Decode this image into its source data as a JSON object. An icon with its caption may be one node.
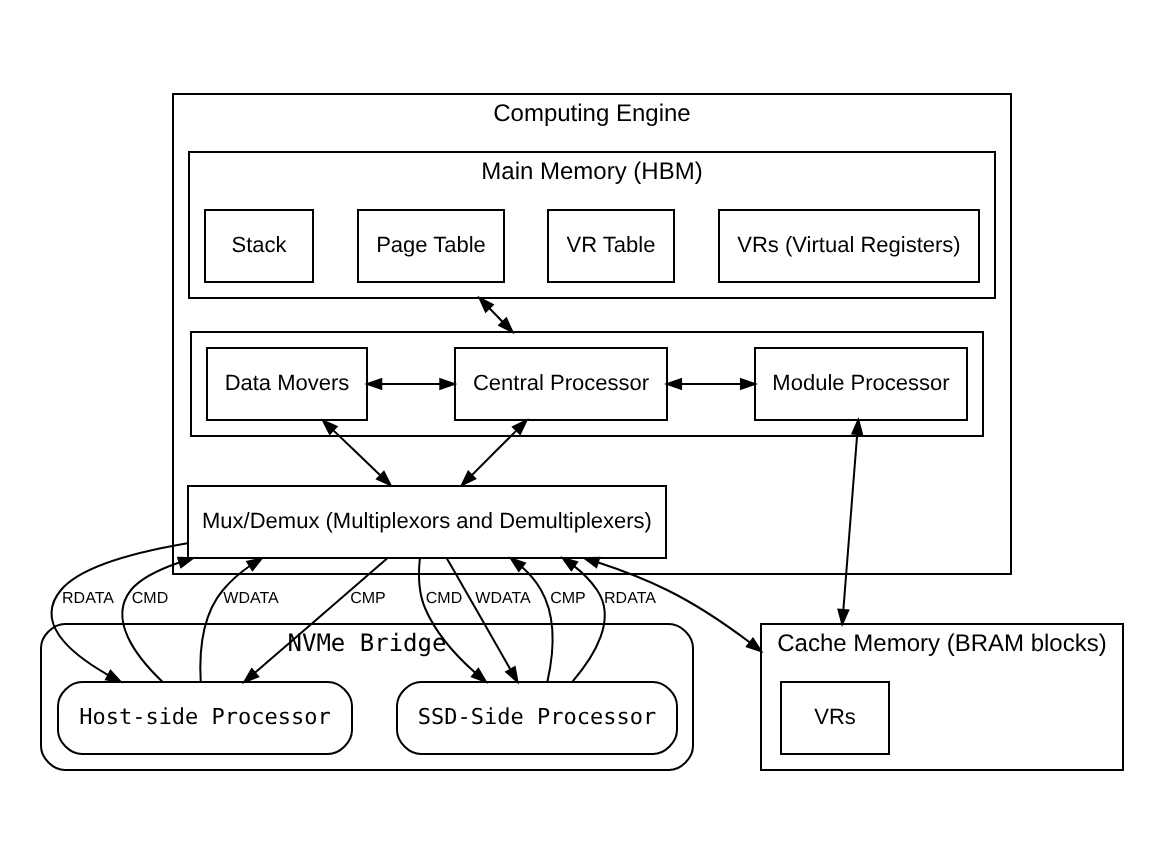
{
  "diagram": {
    "nodes": [
      {
        "text": [
          "Computing Engine"
        ]
      },
      {
        "text": [
          "Main Memory (HBM)"
        ],
        "in": 0
      },
      {
        "text": [
          "VRs (Virtual Registers)"
        ],
        "in": 1
      },
      {
        "text": [
          "VR Table"
        ],
        "in": 1
      },
      {
        "text": [
          "Page Table"
        ],
        "in": 1
      },
      {
        "text": [
          "Stack"
        ],
        "in": 1
      },
      {
        "text": [],
        "shape": "box",
        "in": 0
      },
      {
        "text": [
          "Data Movers"
        ],
        "in": 6
      },
      {
        "text": [
          "Central Processor"
        ],
        "in": 6
      },
      {
        "text": [
          "Module Processor"
        ],
        "in": 6
      },
      {
        "text": [
          "Cache Memory (BRAM blocks)"
        ]
      },
      {
        "text": [
          "VRs"
        ],
        "in": 10
      },
      {
        "text": [
          "Mux/Demux (Multiplexors and Demultiplexers)"
        ],
        "in": 0
      },
      {
        "text": [
          "NVMe Bridge"
        ]
      },
      {
        "text": [
          "Host-side Processor"
        ],
        "in": 13
      },
      {
        "text": [
          "SSD-Side Processor"
        ],
        "in": 13
      }
    ],
    "edges": [
      {
        "from": 1,
        "to": 6,
        "arrow": "both"
      },
      {
        "from": 7,
        "to": 8,
        "arrow": "both"
      },
      {
        "from": 8,
        "to": 9,
        "arrow": "both"
      },
      {
        "from": 9,
        "to": 10,
        "arrow": "both"
      },
      {
        "from": 7,
        "to": 12,
        "arrow": "both"
      },
      {
        "from": 8,
        "to": 12,
        "arrow": "both"
      },
      {
        "from": 12,
        "to": 10,
        "arrow": "both"
      },
      {
        "from": 14,
        "to": 12,
        "arrow": "to",
        "label": "CMD"
      },
      {
        "from": 14,
        "to": 12,
        "arrow": "to",
        "label": "WDATA"
      },
      {
        "from": 12,
        "to": 14,
        "arrow": "to",
        "label": "CMP"
      },
      {
        "from": 12,
        "to": 14,
        "arrow": "to",
        "label": "RDATA"
      },
      {
        "from": 12,
        "to": 15,
        "arrow": "to",
        "label": "CMD"
      },
      {
        "from": 12,
        "to": 15,
        "arrow": "to",
        "label": "WDATA"
      },
      {
        "from": 15,
        "to": 12,
        "arrow": "to",
        "label": "CMP"
      },
      {
        "from": 15,
        "to": 12,
        "arrow": "to",
        "label": "RDATA"
      }
    ]
  }
}
